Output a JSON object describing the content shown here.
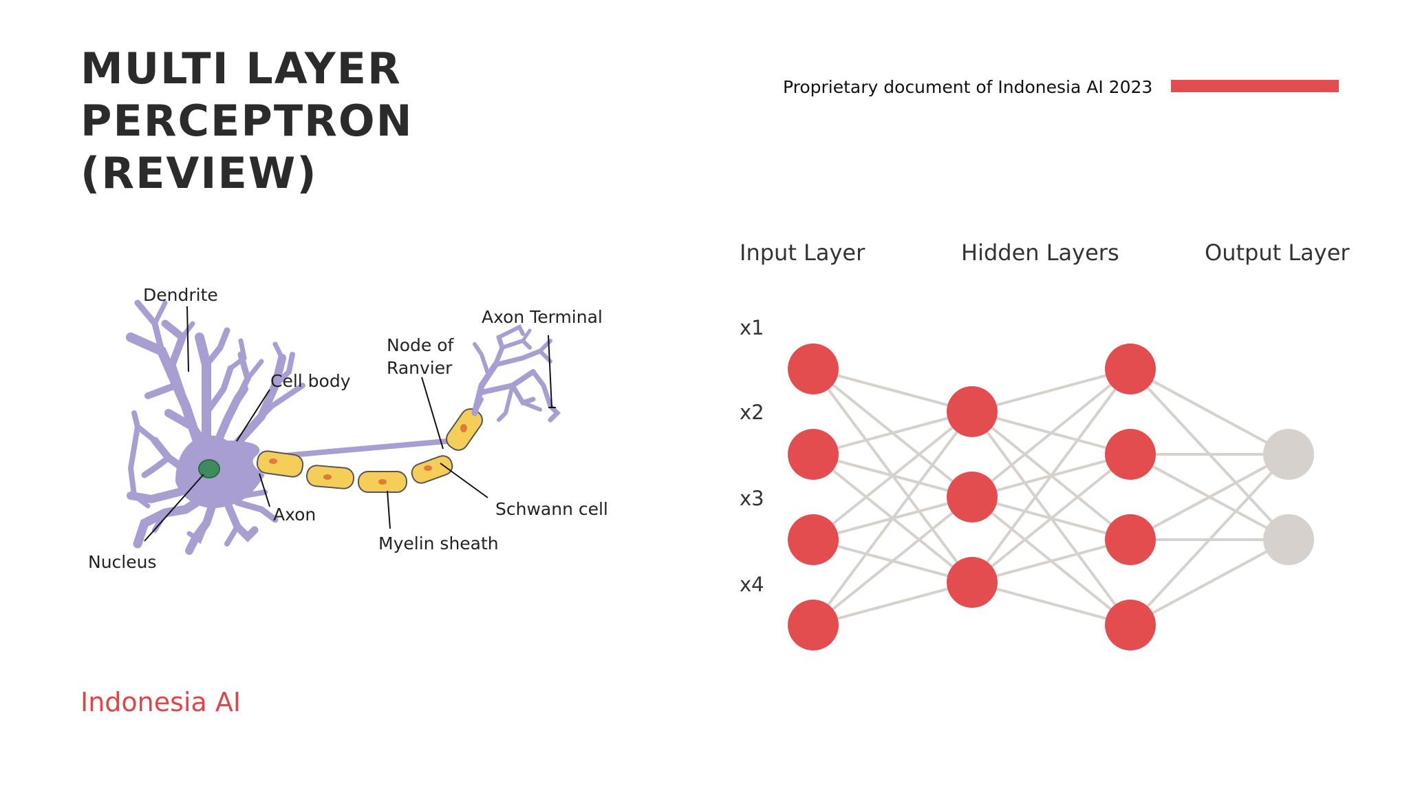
{
  "title": {
    "line1": "MULTI LAYER PERCEPTRON",
    "line2": "(REVIEW)"
  },
  "header": {
    "proprietary_note": "Proprietary document of Indonesia AI 2023"
  },
  "footer": {
    "brand": "Indonesia AI"
  },
  "neuron_diagram": {
    "labels": {
      "dendrite": "Dendrite",
      "cell_body": "Cell body",
      "axon": "Axon",
      "nucleus": "Nucleus",
      "myelin_sheath": "Myelin sheath",
      "node_of_ranvier_line1": "Node of",
      "node_of_ranvier_line2": "Ranvier",
      "schwann_cell": "Schwann cell",
      "axon_terminal": "Axon Terminal"
    }
  },
  "network_diagram": {
    "layer_titles": {
      "input": "Input Layer",
      "hidden": "Hidden Layers",
      "output": "Output Layer"
    },
    "input_labels": [
      "x1",
      "x2",
      "x3",
      "x4"
    ],
    "layers": [
      4,
      3,
      4,
      2
    ]
  },
  "colors": {
    "accent": "#e34d50",
    "node_active": "#e34d50",
    "node_output": "#d6d1cc",
    "edge": "#d6d1cc",
    "neuron_body": "#a99ed1",
    "myelin": "#f5cd59",
    "nucleus": "#3f8a5e"
  }
}
